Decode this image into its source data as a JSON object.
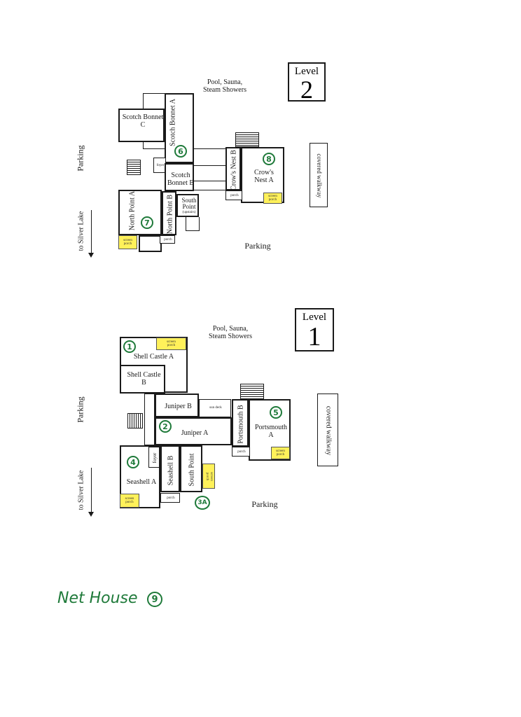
{
  "level2": {
    "level_word": "Level",
    "level_num": "2",
    "amenities": [
      "Pool, Sauna,",
      "Steam Showers"
    ],
    "parking_side": "Parking",
    "parking_bottom": "Parking",
    "to_silver_lake": "to Silver Lake",
    "covered_walkway": "covered walkway",
    "rooms": {
      "scotch_bonnet_c": [
        "Scotch Bonnet",
        "C"
      ],
      "scotch_bonnet_a": "Scotch Bonnet A",
      "foyer": "foyer",
      "scotch_bonnet_b": [
        "Scotch",
        "Bonnet B"
      ],
      "south_point": [
        "South",
        "Point"
      ],
      "upstairs": "(upstairs)",
      "north_point_a": [
        "North",
        "Point A"
      ],
      "north_point_b": "North Point B",
      "crows_nest_b": "Crow's Nest B",
      "crows_nest_a": [
        "Crow's",
        "Nest A"
      ],
      "porch_left": "porch",
      "porch_right": "porch",
      "screen_porch_left": [
        "screen",
        "porch"
      ],
      "screen_porch_right": [
        "screen",
        "porch"
      ]
    },
    "markers": [
      "6",
      "7",
      "8"
    ]
  },
  "level1": {
    "level_word": "Level",
    "level_num": "1",
    "amenities": [
      "Pool, Sauna,",
      "Steam Showers"
    ],
    "parking_side": "Parking",
    "parking_bottom": "Parking",
    "to_silver_lake": "to Silver Lake",
    "covered_walkway": "covered walkway",
    "rooms": {
      "shell_castle_a": "Shell Castle A",
      "shell_castle_b": [
        "Shell Castle",
        "B"
      ],
      "juniper_b": "Juniper B",
      "juniper_a": "Juniper A",
      "sun_deck": "sun deck",
      "portsmouth_b": "Portsmouth B",
      "foyer_right": "foyer",
      "portsmouth_a": [
        "Portsmouth",
        "A"
      ],
      "seashell_a": "Seashell A",
      "foyer_left": "foyer",
      "seashell_b": "Seashell B",
      "south_point": "South Point",
      "porch_left": "porch",
      "porch_right": "porch",
      "screen_porch_top": [
        "screen",
        "porch"
      ],
      "screen_porch_left": [
        "screen",
        "porch"
      ],
      "screen_porch_right": [
        "screen",
        "porch"
      ],
      "screen_porch_south": [
        "screen",
        "porch"
      ]
    },
    "markers": [
      "1",
      "2",
      "3A",
      "4",
      "5"
    ]
  },
  "net_house": {
    "label": "Net House",
    "marker": "9"
  },
  "colors": {
    "ink": "#1a1a1a",
    "marker_green": "#1f7a3a",
    "screen_porch_yellow": "#fff15a"
  }
}
